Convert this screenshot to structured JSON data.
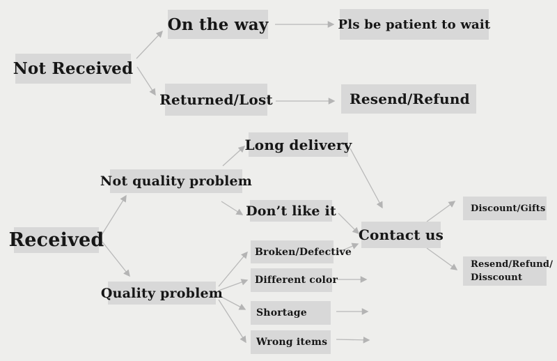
{
  "diagram": {
    "description": "Customer service order-issue flowchart",
    "colors": {
      "background": "#eeeeec",
      "node_background": "#d8d8d8",
      "text": "#161616",
      "arrow": "#b4b4b4"
    },
    "nodes": {
      "not_received": {
        "label": "Not Received"
      },
      "on_the_way": {
        "label": "On the way"
      },
      "pls_wait": {
        "label": "Pls be patient to wait"
      },
      "returned_lost": {
        "label": "Returned/Lost"
      },
      "resend_refund": {
        "label": "Resend/Refund"
      },
      "received": {
        "label": "Received"
      },
      "not_quality_problem": {
        "label": "Not quality problem"
      },
      "long_delivery": {
        "label": "Long delivery"
      },
      "dont_like_it": {
        "label": "Don’t like it"
      },
      "contact_us": {
        "label": "Contact us"
      },
      "quality_problem": {
        "label": "Quality problem"
      },
      "broken_defective": {
        "label": "Broken/Defective"
      },
      "different_color": {
        "label": "Different color"
      },
      "shortage": {
        "label": "Shortage"
      },
      "wrong_items": {
        "label": "Wrong items"
      },
      "discount_gifts": {
        "label": "Discount/Gifts"
      },
      "resend_refund_disscount": {
        "line1": "Resend/Refund/",
        "line2": "Disscount"
      }
    },
    "edges": [
      {
        "from": "Not Received",
        "to": "On the way"
      },
      {
        "from": "Not Received",
        "to": "Returned/Lost"
      },
      {
        "from": "On the way",
        "to": "Pls be patient to wait"
      },
      {
        "from": "Returned/Lost",
        "to": "Resend/Refund"
      },
      {
        "from": "Received",
        "to": "Not quality problem"
      },
      {
        "from": "Received",
        "to": "Quality problem"
      },
      {
        "from": "Not quality problem",
        "to": "Long delivery"
      },
      {
        "from": "Not quality problem",
        "to": "Don’t like it"
      },
      {
        "from": "Long delivery",
        "to": "Contact us"
      },
      {
        "from": "Don’t like it",
        "to": "Contact us"
      },
      {
        "from": "Quality problem",
        "to": "Broken/Defective"
      },
      {
        "from": "Quality problem",
        "to": "Different color"
      },
      {
        "from": "Quality problem",
        "to": "Shortage"
      },
      {
        "from": "Quality problem",
        "to": "Wrong items"
      },
      {
        "from": "Broken/Defective",
        "to": "Contact us"
      },
      {
        "from": "Different color",
        "to": "Contact us"
      },
      {
        "from": "Shortage",
        "to": "Contact us"
      },
      {
        "from": "Wrong items",
        "to": "Contact us"
      },
      {
        "from": "Contact us",
        "to": "Discount/Gifts"
      },
      {
        "from": "Contact us",
        "to": "Resend/Refund/Disscount"
      }
    ]
  }
}
